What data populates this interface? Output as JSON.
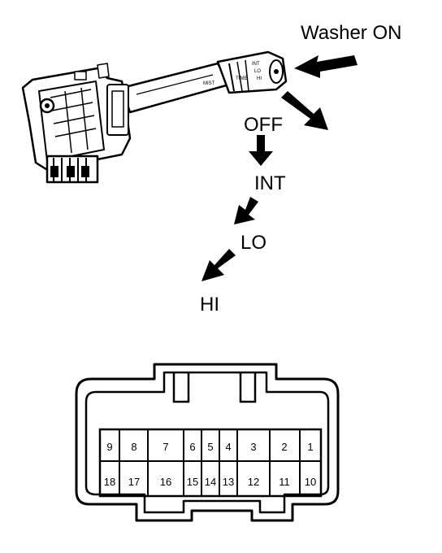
{
  "labels": {
    "washer_on": "Washer ON",
    "off": "OFF",
    "int": "INT",
    "lo": "LO",
    "hi": "HI"
  },
  "switch_markings": {
    "mist": "MIST",
    "int": "INT",
    "lo": "LO",
    "hi": "HI",
    "time": "TIME"
  },
  "connector": {
    "top_row": [
      "9",
      "8",
      "7",
      "6",
      "5",
      "4",
      "3",
      "2",
      "1"
    ],
    "bottom_row": [
      "18",
      "17",
      "16",
      "15",
      "14",
      "13",
      "12",
      "11",
      "10"
    ]
  }
}
